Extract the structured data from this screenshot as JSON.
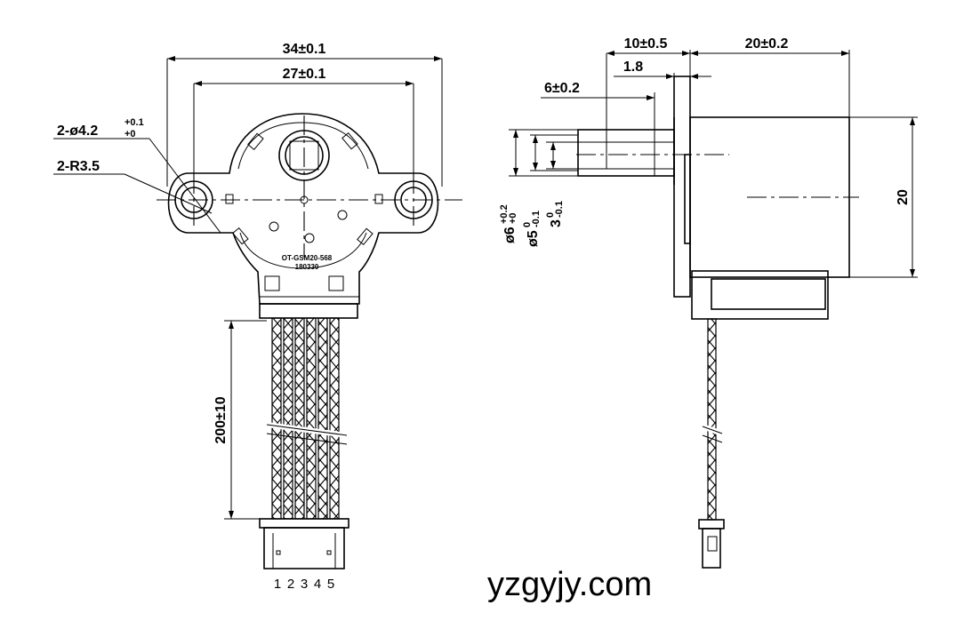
{
  "front_view": {
    "dim_outer_width": "34±0.1",
    "dim_hole_spacing": "27±0.1",
    "dim_holes_count": "2-ø4.2",
    "dim_holes_tol_upper": "+0.1",
    "dim_holes_tol_lower": "+0",
    "dim_radius": "2-R3.5",
    "model_text": "OT-GSM20-568",
    "date_code": "180330",
    "dim_lead_length": "200±10",
    "pin_numbers": [
      "1",
      "2",
      "3",
      "4",
      "5"
    ]
  },
  "side_view": {
    "dim_shaft_total": "10±0.5",
    "dim_body_length": "20±0.2",
    "dim_flange": "1.8",
    "dim_shaft_flat": "6±0.2",
    "dim_body_height": "20",
    "dim_shaft_dia": "ø6",
    "dim_shaft_dia_tol_upper": "+0.2",
    "dim_shaft_dia_tol_lower": "+0",
    "dim_flat_dia": "ø5",
    "dim_flat_dia_tol_upper": "0",
    "dim_flat_dia_tol_lower": "-0.1",
    "dim_flat_width": "3",
    "dim_flat_width_tol_upper": "0",
    "dim_flat_width_tol_lower": "-0.1"
  },
  "watermark": "yzgyjy.com"
}
